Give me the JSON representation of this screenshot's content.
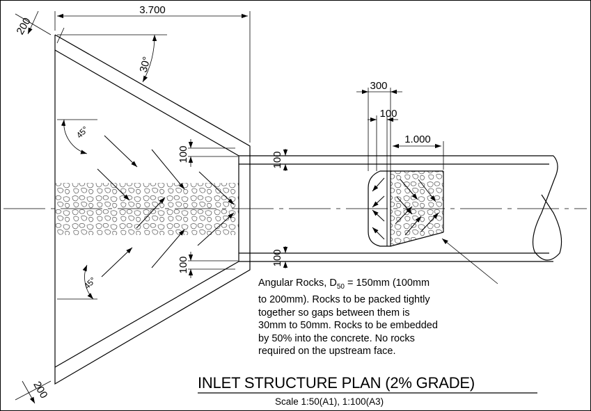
{
  "dimensions": {
    "top_width": "3.700",
    "angle_top": "30°",
    "wall_top": "200",
    "wall_bottom": "200",
    "wing_angle_upper": "45°",
    "wing_angle_lower": "45°",
    "gap_upper": "100",
    "gap_lower": "100",
    "channel_wall_upper": "100",
    "channel_wall_lower": "100",
    "sill_width": "300",
    "sill_gap": "100",
    "rock_length": "1.000"
  },
  "note": {
    "line1_pre": "Angular Rocks, D",
    "line1_sub": "50",
    "line1_post": " = 150mm (100mm",
    "line2": "to 200mm). Rocks to be packed tightly",
    "line3": "together so gaps between them is",
    "line4": "30mm to 50mm. Rocks to be embedded",
    "line5": "by 50% into the concrete. No rocks",
    "line6": "required on the upstream face."
  },
  "title": "INLET STRUCTURE PLAN (2% GRADE)",
  "scale": "Scale 1:50(A1), 1:100(A3)"
}
